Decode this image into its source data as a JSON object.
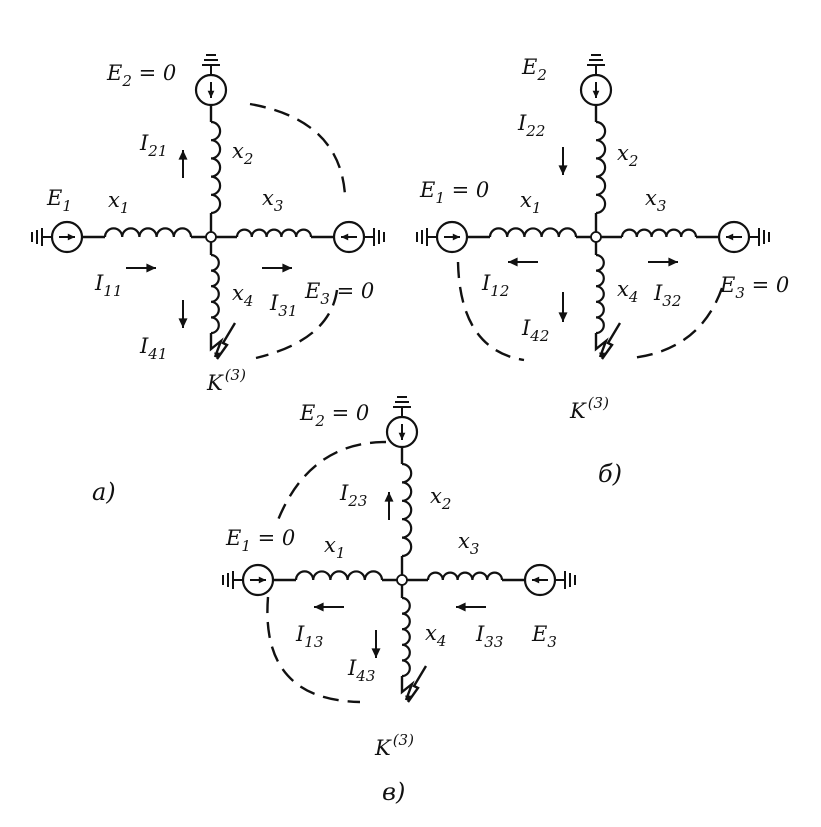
{
  "diagrams": [
    {
      "caption": "а)",
      "labels": {
        "E1": {
          "main": "E",
          "sub": "1"
        },
        "E2": {
          "main": "E",
          "sub": "2",
          "suffix": " = 0"
        },
        "E3": {
          "main": "E",
          "sub": "3",
          "suffix": " = 0"
        },
        "x1": {
          "main": "x",
          "sub": "1"
        },
        "x2": {
          "main": "x",
          "sub": "2"
        },
        "x3": {
          "main": "x",
          "sub": "3"
        },
        "x4": {
          "main": "x",
          "sub": "4"
        },
        "I1": {
          "main": "I",
          "sub": "11"
        },
        "I2": {
          "main": "I",
          "sub": "21"
        },
        "I3": {
          "main": "I",
          "sub": "31"
        },
        "I4": {
          "main": "I",
          "sub": "41"
        },
        "K": {
          "main": "K",
          "sup": "(3)"
        }
      }
    },
    {
      "caption": "б)",
      "labels": {
        "E1": {
          "main": "E",
          "sub": "1",
          "suffix": " = 0"
        },
        "E2": {
          "main": "E",
          "sub": "2"
        },
        "E3": {
          "main": "E",
          "sub": "3",
          "suffix": " = 0"
        },
        "x1": {
          "main": "x",
          "sub": "1"
        },
        "x2": {
          "main": "x",
          "sub": "2"
        },
        "x3": {
          "main": "x",
          "sub": "3"
        },
        "x4": {
          "main": "x",
          "sub": "4"
        },
        "I1": {
          "main": "I",
          "sub": "12"
        },
        "I2": {
          "main": "I",
          "sub": "22"
        },
        "I3": {
          "main": "I",
          "sub": "32"
        },
        "I4": {
          "main": "I",
          "sub": "42"
        },
        "K": {
          "main": "K",
          "sup": "(3)"
        }
      }
    },
    {
      "caption": "в)",
      "labels": {
        "E1": {
          "main": "E",
          "sub": "1",
          "suffix": " = 0"
        },
        "E2": {
          "main": "E",
          "sub": "2",
          "suffix": " = 0"
        },
        "E3": {
          "main": "E",
          "sub": "3"
        },
        "x1": {
          "main": "x",
          "sub": "1"
        },
        "x2": {
          "main": "x",
          "sub": "2"
        },
        "x3": {
          "main": "x",
          "sub": "3"
        },
        "x4": {
          "main": "x",
          "sub": "4"
        },
        "I1": {
          "main": "I",
          "sub": "13"
        },
        "I2": {
          "main": "I",
          "sub": "23"
        },
        "I3": {
          "main": "I",
          "sub": "33"
        },
        "I4": {
          "main": "I",
          "sub": "43"
        },
        "K": {
          "main": "K",
          "sup": "(3)"
        }
      }
    }
  ]
}
